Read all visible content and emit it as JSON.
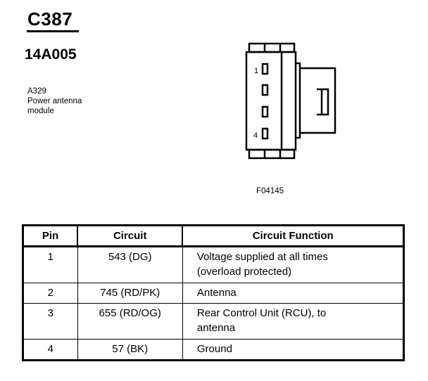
{
  "header": {
    "connector_id": "C387",
    "part_number": "14A005",
    "component_code": "A329",
    "component_name_line1": "Power antenna",
    "component_name_line2": "module"
  },
  "diagram": {
    "pin_labels": [
      "1",
      "4"
    ],
    "figure_number": "F04145"
  },
  "table": {
    "headers": {
      "pin": "Pin",
      "circuit": "Circuit",
      "function": "Circuit Function"
    },
    "rows": [
      {
        "pin": "1",
        "circuit": "543 (DG)",
        "function_line1": "Voltage supplied at all times",
        "function_line2": "(overload protected)"
      },
      {
        "pin": "2",
        "circuit": "745 (RD/PK)",
        "function_line1": "Antenna",
        "function_line2": ""
      },
      {
        "pin": "3",
        "circuit": "655 (RD/OG)",
        "function_line1": "Rear Control Unit (RCU), to",
        "function_line2": "antenna"
      },
      {
        "pin": "4",
        "circuit": "57 (BK)",
        "function_line1": "Ground",
        "function_line2": ""
      }
    ]
  }
}
